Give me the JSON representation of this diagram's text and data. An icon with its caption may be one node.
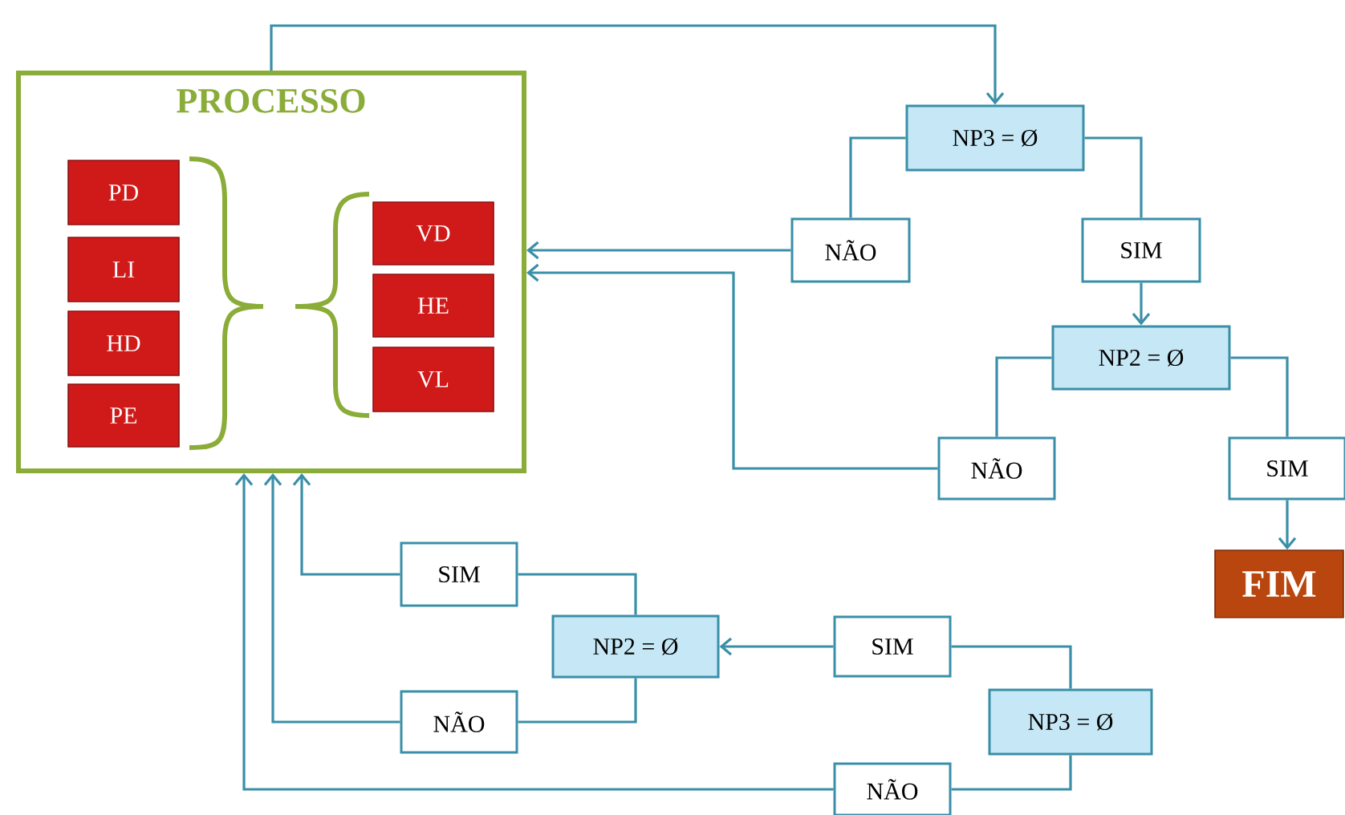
{
  "diagram": {
    "nodes": [
      {
        "text": [
          "PROCESSO"
        ]
      },
      {
        "text": [
          "PD"
        ],
        "in": 0
      },
      {
        "text": [
          "LI"
        ],
        "in": 0
      },
      {
        "text": [
          "HD"
        ],
        "in": 0
      },
      {
        "text": [
          "PE"
        ],
        "in": 0
      },
      {
        "text": [
          "VD"
        ],
        "in": 0
      },
      {
        "text": [
          "HE"
        ],
        "in": 0
      },
      {
        "text": [
          "VL"
        ],
        "in": 0
      },
      {
        "text": [
          "NP3 = Ø"
        ]
      },
      {
        "text": [
          "NÃO"
        ]
      },
      {
        "text": [
          "SIM"
        ]
      },
      {
        "text": [
          "NP2 = Ø"
        ]
      },
      {
        "text": [
          "NÃO"
        ]
      },
      {
        "text": [
          "SIM"
        ]
      },
      {
        "text": [
          "FIM"
        ]
      },
      {
        "text": [
          "SIM"
        ]
      },
      {
        "text": [
          "NP2 = Ø"
        ]
      },
      {
        "text": [
          "NÃO"
        ]
      },
      {
        "text": [
          "SIM"
        ]
      },
      {
        "text": [
          "NP3 = Ø"
        ]
      },
      {
        "text": [
          "NÃO"
        ]
      }
    ],
    "edges": [
      {
        "from": 0,
        "to": 8,
        "arrow": "to"
      },
      {
        "from": 8,
        "to": 9,
        "arrow": "none"
      },
      {
        "from": 8,
        "to": 10,
        "arrow": "none"
      },
      {
        "from": 9,
        "to": 0,
        "arrow": "to"
      },
      {
        "from": 10,
        "to": 11,
        "arrow": "to"
      },
      {
        "from": 11,
        "to": 12,
        "arrow": "none"
      },
      {
        "from": 11,
        "to": 13,
        "arrow": "none"
      },
      {
        "from": 12,
        "to": 0,
        "arrow": "to"
      },
      {
        "from": 13,
        "to": 14,
        "arrow": "to"
      },
      {
        "from": 15,
        "to": 0,
        "arrow": "to"
      },
      {
        "from": 17,
        "to": 0,
        "arrow": "to"
      },
      {
        "from": 20,
        "to": 0,
        "arrow": "to"
      },
      {
        "from": 16,
        "to": 15,
        "arrow": "none"
      },
      {
        "from": 16,
        "to": 17,
        "arrow": "none"
      },
      {
        "from": 18,
        "to": 16,
        "arrow": "to"
      },
      {
        "from": 19,
        "to": 18,
        "arrow": "none"
      },
      {
        "from": 19,
        "to": 20,
        "arrow": "none"
      }
    ]
  }
}
